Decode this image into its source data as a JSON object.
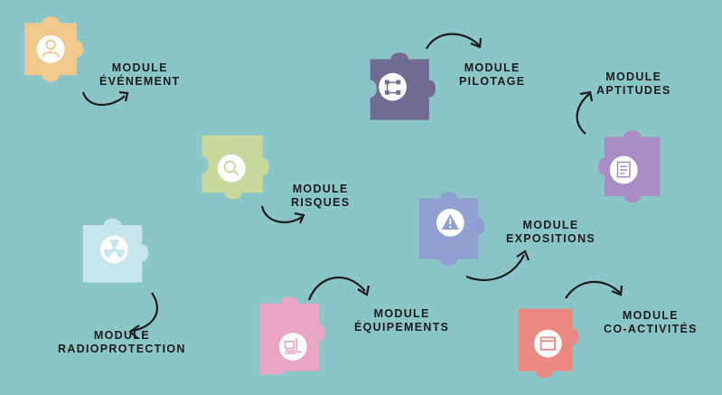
{
  "modules": [
    {
      "id": "evenement",
      "line1": "MODULE",
      "line2": "ÉVÉNEMENT",
      "color": "#f2c98c",
      "icon": "person-icon"
    },
    {
      "id": "pilotage",
      "line1": "MODULE",
      "line2": "PILOTAGE",
      "color": "#6f6b92",
      "icon": "network-icon"
    },
    {
      "id": "aptitudes",
      "line1": "MODULE",
      "line2": "APTITUDES",
      "color": "#a98cc4",
      "icon": "certificate-icon"
    },
    {
      "id": "risques",
      "line1": "MODULE",
      "line2": "RISQUES",
      "color": "#c6d89a",
      "icon": "magnifier-icon"
    },
    {
      "id": "expositions",
      "line1": "MODULE",
      "line2": "EXPOSITIONS",
      "color": "#8f9fd2",
      "icon": "warning-icon"
    },
    {
      "id": "radioprotection",
      "line1": "MODULE",
      "line2": "RADIOPROTECTION",
      "color": "#c5e6ea",
      "icon": "radiation-icon"
    },
    {
      "id": "equipements",
      "line1": "MODULE",
      "line2": "ÉQUIPEMENTS",
      "color": "#e9a6c4",
      "icon": "forklift-icon"
    },
    {
      "id": "coactivites",
      "line1": "MODULE",
      "line2": "CO-ACTIVITÉS",
      "color": "#ea8a80",
      "icon": "window-icon"
    }
  ]
}
